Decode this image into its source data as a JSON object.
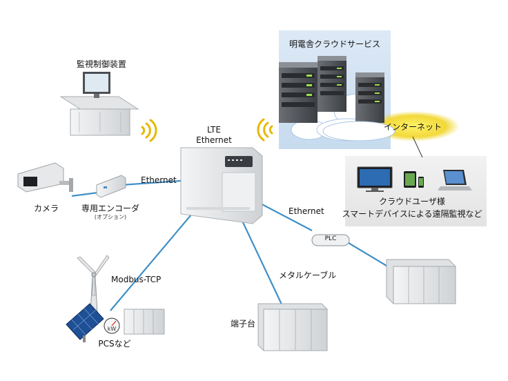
{
  "labels": {
    "cloud_service": "明電舎クラウドサービス",
    "internet": "インターネット",
    "monitor_control": "監視制御装置",
    "lte": "LTE",
    "ethernet_top": "Ethernet",
    "ethernet_left": "Ethernet",
    "ethernet_right": "Ethernet",
    "camera": "カメラ",
    "encoder": "専用エンコーダ",
    "encoder_option": "(オプション)",
    "cloud_users_1": "クラウドユーザ様",
    "cloud_users_2": "スマートデバイスによる遠隔監視など",
    "plc": "PLC",
    "modbus": "Modbus-TCP",
    "metal_cable": "メタルケーブル",
    "terminal_block": "端子台",
    "pcs": "PCSなど",
    "kw": "kW"
  },
  "colors": {
    "link_line": "#3f8fc7",
    "cloud_panel": "#d4e4f3",
    "internet_glow": "#f4e23c",
    "wireless_waves": "#e8b800",
    "device_body": "#e9ebed"
  }
}
